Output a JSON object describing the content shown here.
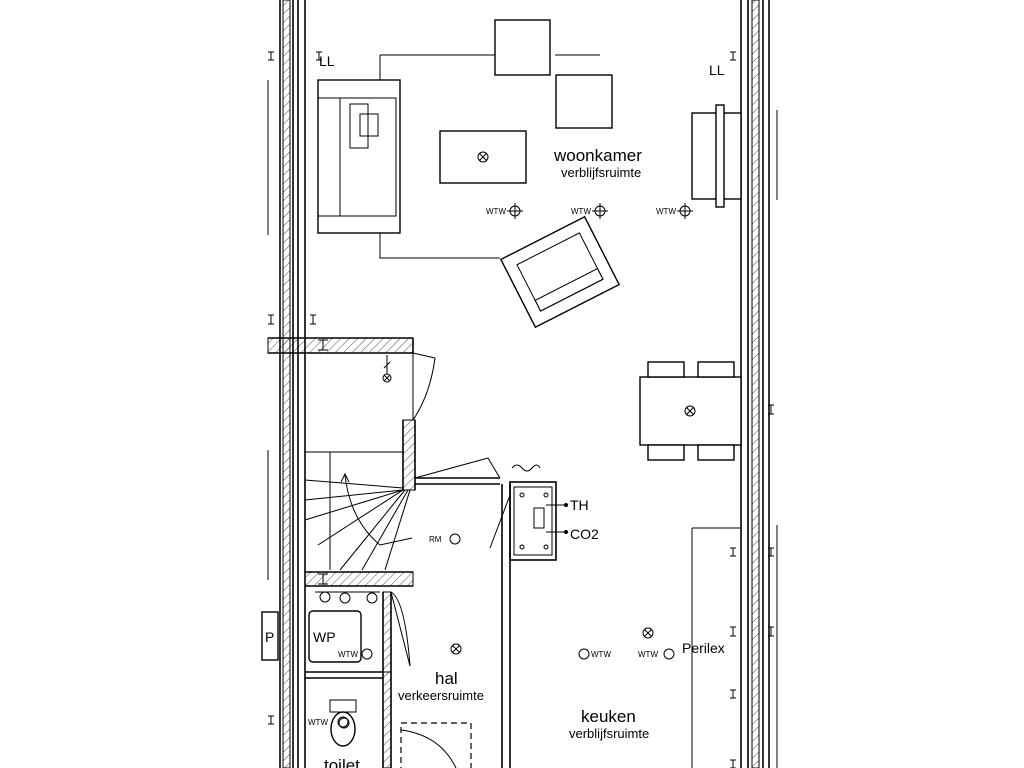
{
  "rooms": {
    "woonkamer": {
      "name": "woonkamer",
      "type": "verblijfsruimte"
    },
    "hal": {
      "name": "hal",
      "type": "verkeersruimte"
    },
    "keuken": {
      "name": "keuken",
      "type": "verblijfsruimte"
    },
    "toilet": {
      "name": "toilet"
    },
    "wp": {
      "name": "WP"
    }
  },
  "labels": {
    "ll_left": "LL",
    "ll_right": "LL",
    "th": "TH",
    "co2": "CO2",
    "rm": "RM",
    "perilex": "Perilex",
    "p": "P",
    "wtw": "WTW"
  }
}
